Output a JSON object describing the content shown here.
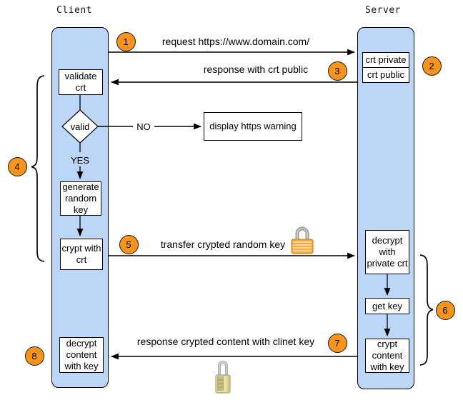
{
  "lanes": {
    "client": {
      "label": "Client"
    },
    "server": {
      "label": "Server"
    }
  },
  "steps": [
    "1",
    "2",
    "3",
    "4",
    "5",
    "6",
    "7",
    "8"
  ],
  "messages": {
    "request": "request https://www.domain.com/",
    "response_crt": "response with crt public",
    "transfer_key": "transfer crypted random key",
    "response_content": "response crypted content with clinet key"
  },
  "decision": {
    "condition": "valid",
    "no_label": "NO",
    "yes_label": "YES"
  },
  "boxes": {
    "validate_crt": "validate crt",
    "display_warning": "display https warning",
    "generate_key": "generate random key",
    "crypt_with_crt": "crypt with crt",
    "decrypt_content": "decrypt content with key",
    "crt_private": "crt private",
    "crt_public": "crt public",
    "decrypt_private": "decrypt with private crt",
    "get_key": "get key",
    "crypt_content": "crypt content with key"
  },
  "icons": {
    "transfer_lock": "closed-gold-padlock",
    "content_lock": "combination-padlock"
  },
  "colors": {
    "lane_fill": "#BCD6F8",
    "lane_border": "#000000",
    "step_fill": "#F7941E",
    "box_fill": "#FFFFFF",
    "line": "#000000",
    "lock_gold": "#F5A83D"
  }
}
